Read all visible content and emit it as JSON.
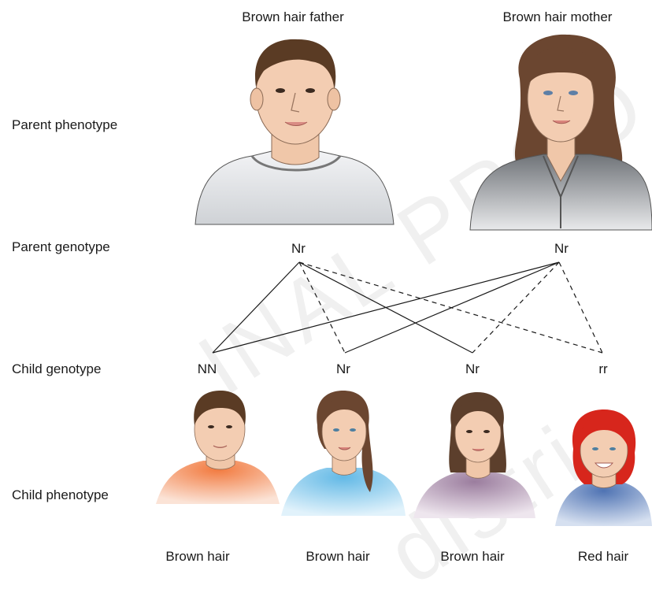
{
  "parents": {
    "father_title": "Brown hair father",
    "mother_title": "Brown hair mother",
    "father_genotype": "Nr",
    "mother_genotype": "Nr"
  },
  "row_labels": {
    "parent_phenotype": "Parent phenotype",
    "parent_genotype": "Parent genotype",
    "child_genotype": "Child genotype",
    "child_phenotype": "Child phenotype"
  },
  "children": [
    {
      "genotype": "NN",
      "phenotype": "Brown hair",
      "hair_color": "#5a3b24",
      "shirt_color": "#f2854d"
    },
    {
      "genotype": "Nr",
      "phenotype": "Brown hair",
      "hair_color": "#6b4630",
      "shirt_color": "#7cc8ec"
    },
    {
      "genotype": "Nr",
      "phenotype": "Brown hair",
      "hair_color": "#5c3f2c",
      "shirt_color": "#a98aa8"
    },
    {
      "genotype": "rr",
      "phenotype": "Red hair",
      "hair_color": "#d7261c",
      "shirt_color": "#5d7fb8"
    }
  ],
  "colors": {
    "brown_hair": "#5a3b24",
    "red_hair": "#d7261c",
    "skin": "#f3cdb2",
    "father_shirt": "#e3e5e8",
    "mother_shirt": "#8c8f94"
  },
  "watermark": {
    "line1": "INAL PROO",
    "line2": "distri"
  }
}
